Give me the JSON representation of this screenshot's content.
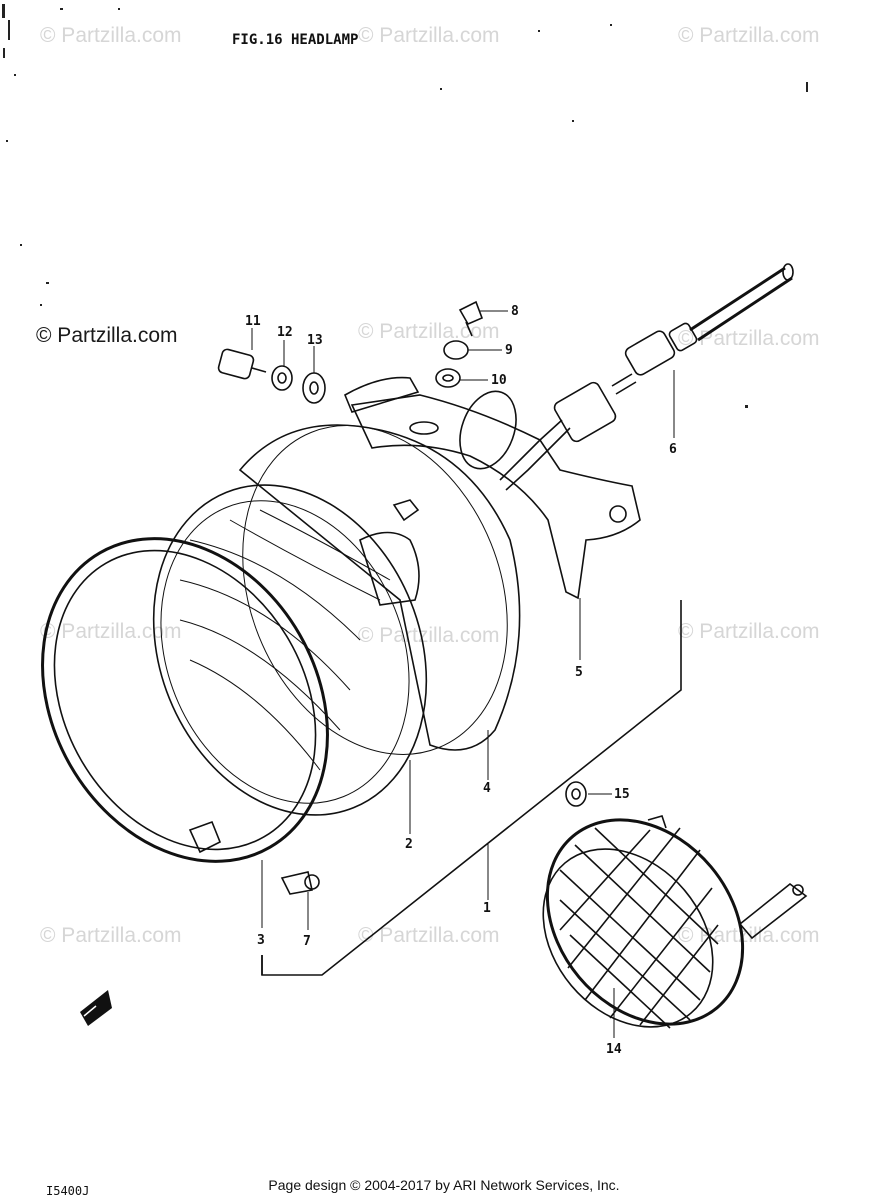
{
  "title": "FIG.16  HEADLAMP",
  "watermark_text": "© Partzilla.com",
  "watermark_dark_text": "© Partzilla.com",
  "callouts": {
    "p1": "1",
    "p2": "2",
    "p3": "3",
    "p4": "4",
    "p5": "5",
    "p6": "6",
    "p7": "7",
    "p8": "8",
    "p9": "9",
    "p10": "10",
    "p11": "11",
    "p12": "12",
    "p13": "13",
    "p14": "14",
    "p15": "15"
  },
  "footer": "Page design © 2004-2017 by ARI Network Services, Inc.",
  "diagram_code": "I5400J"
}
